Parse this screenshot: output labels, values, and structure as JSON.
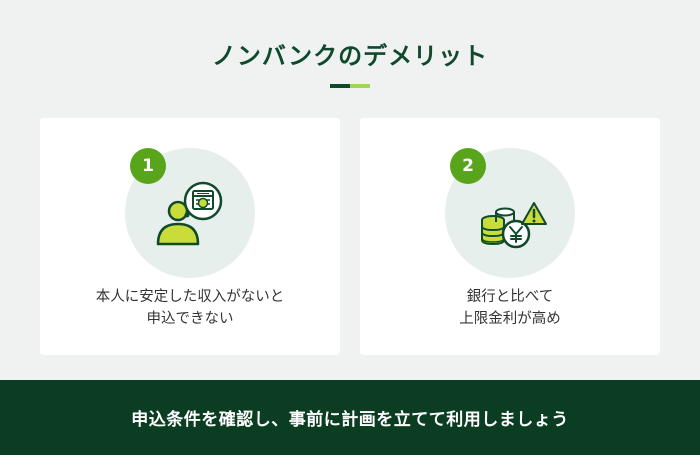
{
  "header": {
    "title": "ノンバンクのデメリット"
  },
  "colors": {
    "dark_green": "#0f4a2c",
    "accent_green": "#58a51c",
    "light_green": "#9fd65a",
    "banner_bg": "#0a3d22",
    "page_bg": "#f0f2f1"
  },
  "cards": [
    {
      "number": "1",
      "icon": "person-with-window-icon",
      "lines": [
        "本人に安定した収入がないと",
        "申込できない"
      ]
    },
    {
      "number": "2",
      "icon": "yen-coins-warning-icon",
      "lines": [
        "銀行と比べて",
        "上限金利が高め"
      ]
    }
  ],
  "banner": {
    "text": "申込条件を確認し、事前に計画を立てて利用しましょう"
  }
}
